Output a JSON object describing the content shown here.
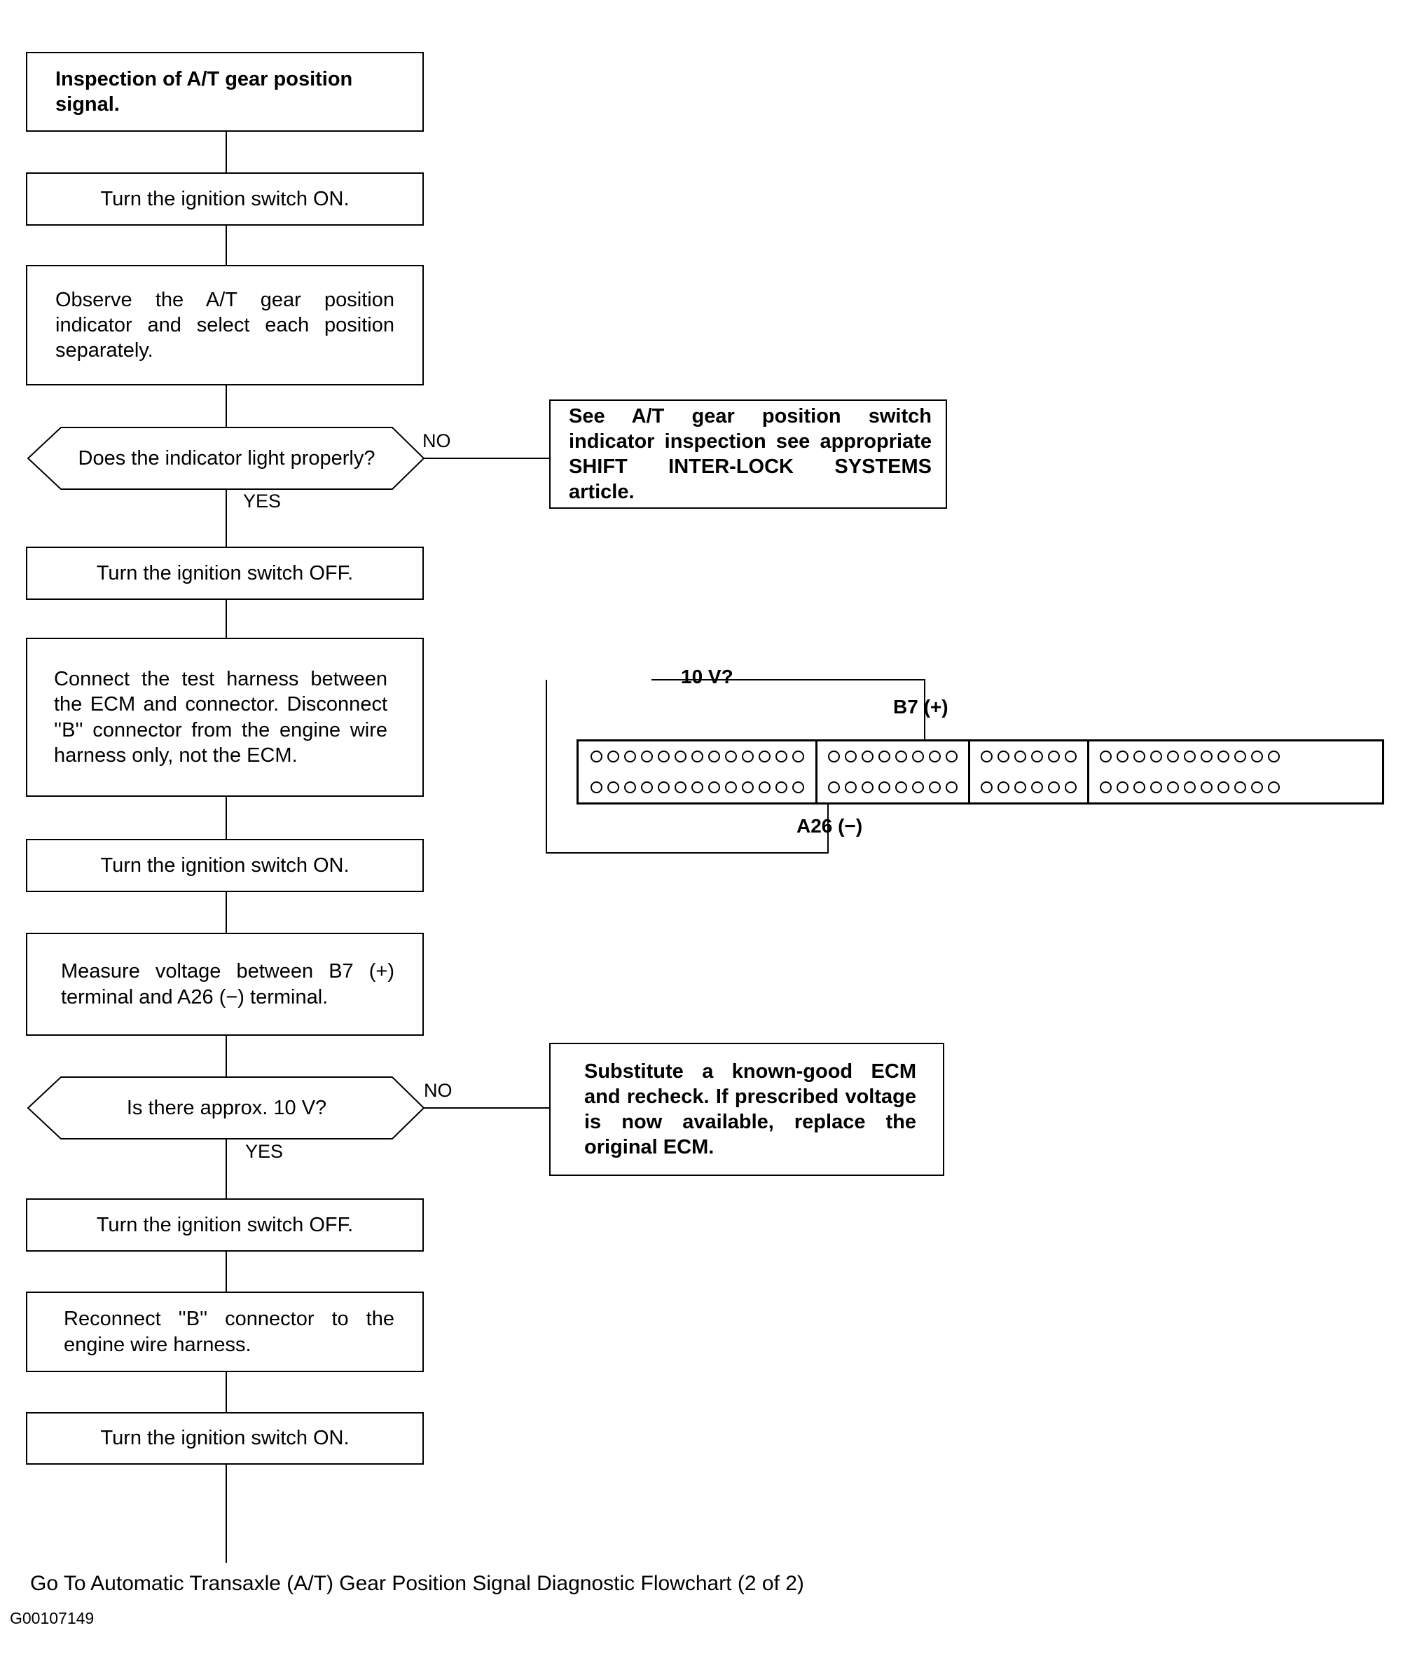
{
  "flowchart": {
    "steps": [
      {
        "text": "Inspection of A/T gear position signal.",
        "kind": "start"
      },
      {
        "text": "Turn the ignition switch ON."
      },
      {
        "text": "Observe the A/T gear position indicator and select each position separately."
      },
      {
        "text": "Does the indicator light properly?",
        "kind": "decision"
      },
      {
        "text": "Turn the ignition switch OFF."
      },
      {
        "text": "Connect the test harness between the ECM and connector. Disconnect ''B'' connector from the engine wire harness only, not the ECM."
      },
      {
        "text": "Turn the ignition switch ON."
      },
      {
        "text": "Measure voltage between B7 (+) terminal and A26 (−) terminal."
      },
      {
        "text": "Is there approx. 10 V?",
        "kind": "decision"
      },
      {
        "text": "Turn the ignition switch OFF."
      },
      {
        "text": "Reconnect ''B'' connector to the engine wire harness."
      },
      {
        "text": "Turn the ignition switch ON."
      }
    ],
    "branches": {
      "yes_label": "YES",
      "no_label": "NO"
    },
    "no_results": [
      {
        "text": "See A/T gear position switch indicator inspection see appropriate SHIFT INTER-LOCK SYSTEMS article."
      },
      {
        "text": "Substitute a known-good ECM and recheck. If prescribed voltage is now available, replace the original ECM."
      }
    ]
  },
  "connector_figure": {
    "voltage_label": "10 V?",
    "positive_terminal": "B7 (+)",
    "negative_terminal": "A26 (−)",
    "segments": [
      {
        "pins_per_row": 13,
        "rows": 2
      },
      {
        "pins_per_row": 8,
        "rows": 2
      },
      {
        "pins_per_row": 6,
        "rows": 2
      },
      {
        "pins_per_row": 11,
        "rows": 2
      }
    ]
  },
  "footer": {
    "link_text": "Go To Automatic Transaxle (A/T) Gear Position Signal Diagnostic Flowchart (2 of 2)",
    "figure_code": "G00107149"
  }
}
